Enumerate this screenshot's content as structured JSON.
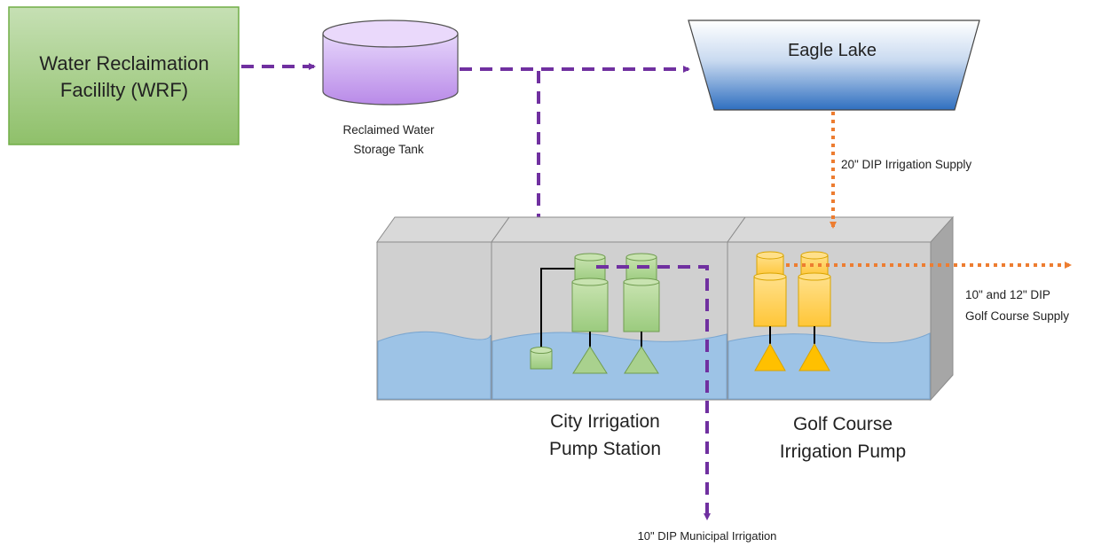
{
  "nodes": {
    "wrf": "Water Reclaimation Facililty (WRF)",
    "wrf_line1": "Water Reclaimation",
    "wrf_line2": "Facililty (WRF)",
    "storage_tank_line1": "Reclaimed Water",
    "storage_tank_line2": "Storage Tank",
    "eagle_lake": "Eagle Lake",
    "city_pump_line1": "City Irrigation",
    "city_pump_line2": "Pump Station",
    "golf_pump_line1": "Golf Course",
    "golf_pump_line2": "Irrigation Pump"
  },
  "flows": {
    "irrigation_supply": "20\" DIP Irrigation Supply",
    "golf_supply_line1": "10\" and 12\" DIP",
    "golf_supply_line2": "Golf Course Supply",
    "municipal_irrigation": "10\" DIP Municipal Irrigation"
  },
  "colors": {
    "reclaimed_line": "#7030a0",
    "lake_line": "#ed7d31",
    "wrf_fill": "#a9d18e",
    "tank_fill": "#c9a7f0",
    "lake_fill": "#2e75b6",
    "city_pump": "#a9d18e",
    "golf_pump": "#ffc000",
    "water": "#9dc3e6",
    "structure": "#bfbfbf"
  }
}
